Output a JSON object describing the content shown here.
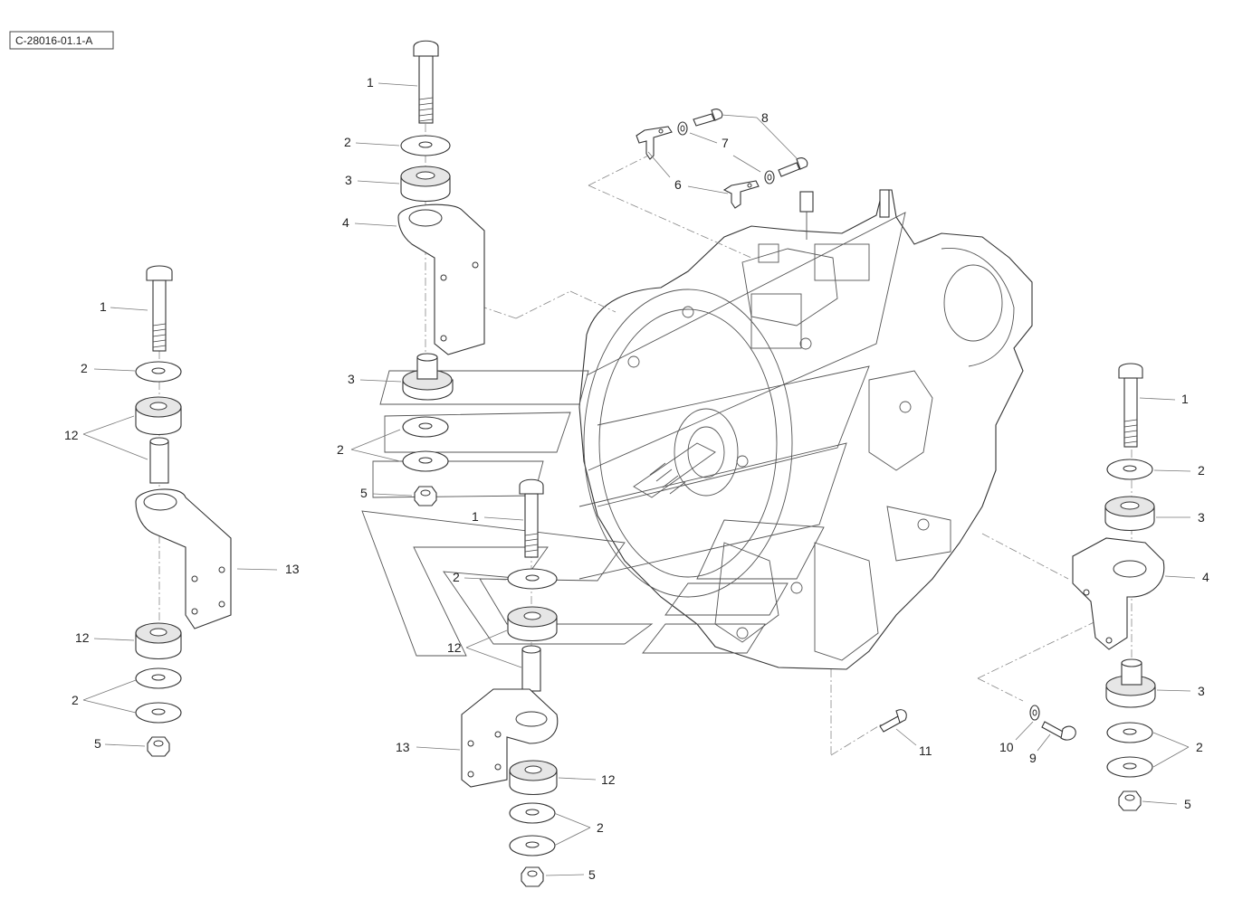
{
  "drawing_ref": "C-28016-01.1-A",
  "callouts": {
    "left": {
      "bolt": "1",
      "washer_top": "2",
      "bushing_top": "12",
      "bracket": "13",
      "bushing_bottom": "12",
      "washers_bottom": "2",
      "nut": "5"
    },
    "upper_center": {
      "bolt": "1",
      "washer": "2",
      "cushion_top": "3",
      "bracket": "4",
      "cushion_bottom": "3",
      "washers": "2",
      "nut": "5"
    },
    "lower_center": {
      "bolt": "1",
      "washer": "2",
      "bushing_top": "12",
      "bracket": "13",
      "bushing_bottom": "12",
      "washers": "2",
      "nut": "5"
    },
    "top": {
      "bolt": "8",
      "washer": "7",
      "clip": "6"
    },
    "bottom": {
      "bolt_11": "11",
      "washer": "10",
      "bolt_9": "9"
    },
    "right": {
      "bolt": "1",
      "washer_top": "2",
      "cushion_top": "3",
      "bracket": "4",
      "cushion_bottom": "3",
      "washers": "2",
      "nut": "5"
    }
  }
}
